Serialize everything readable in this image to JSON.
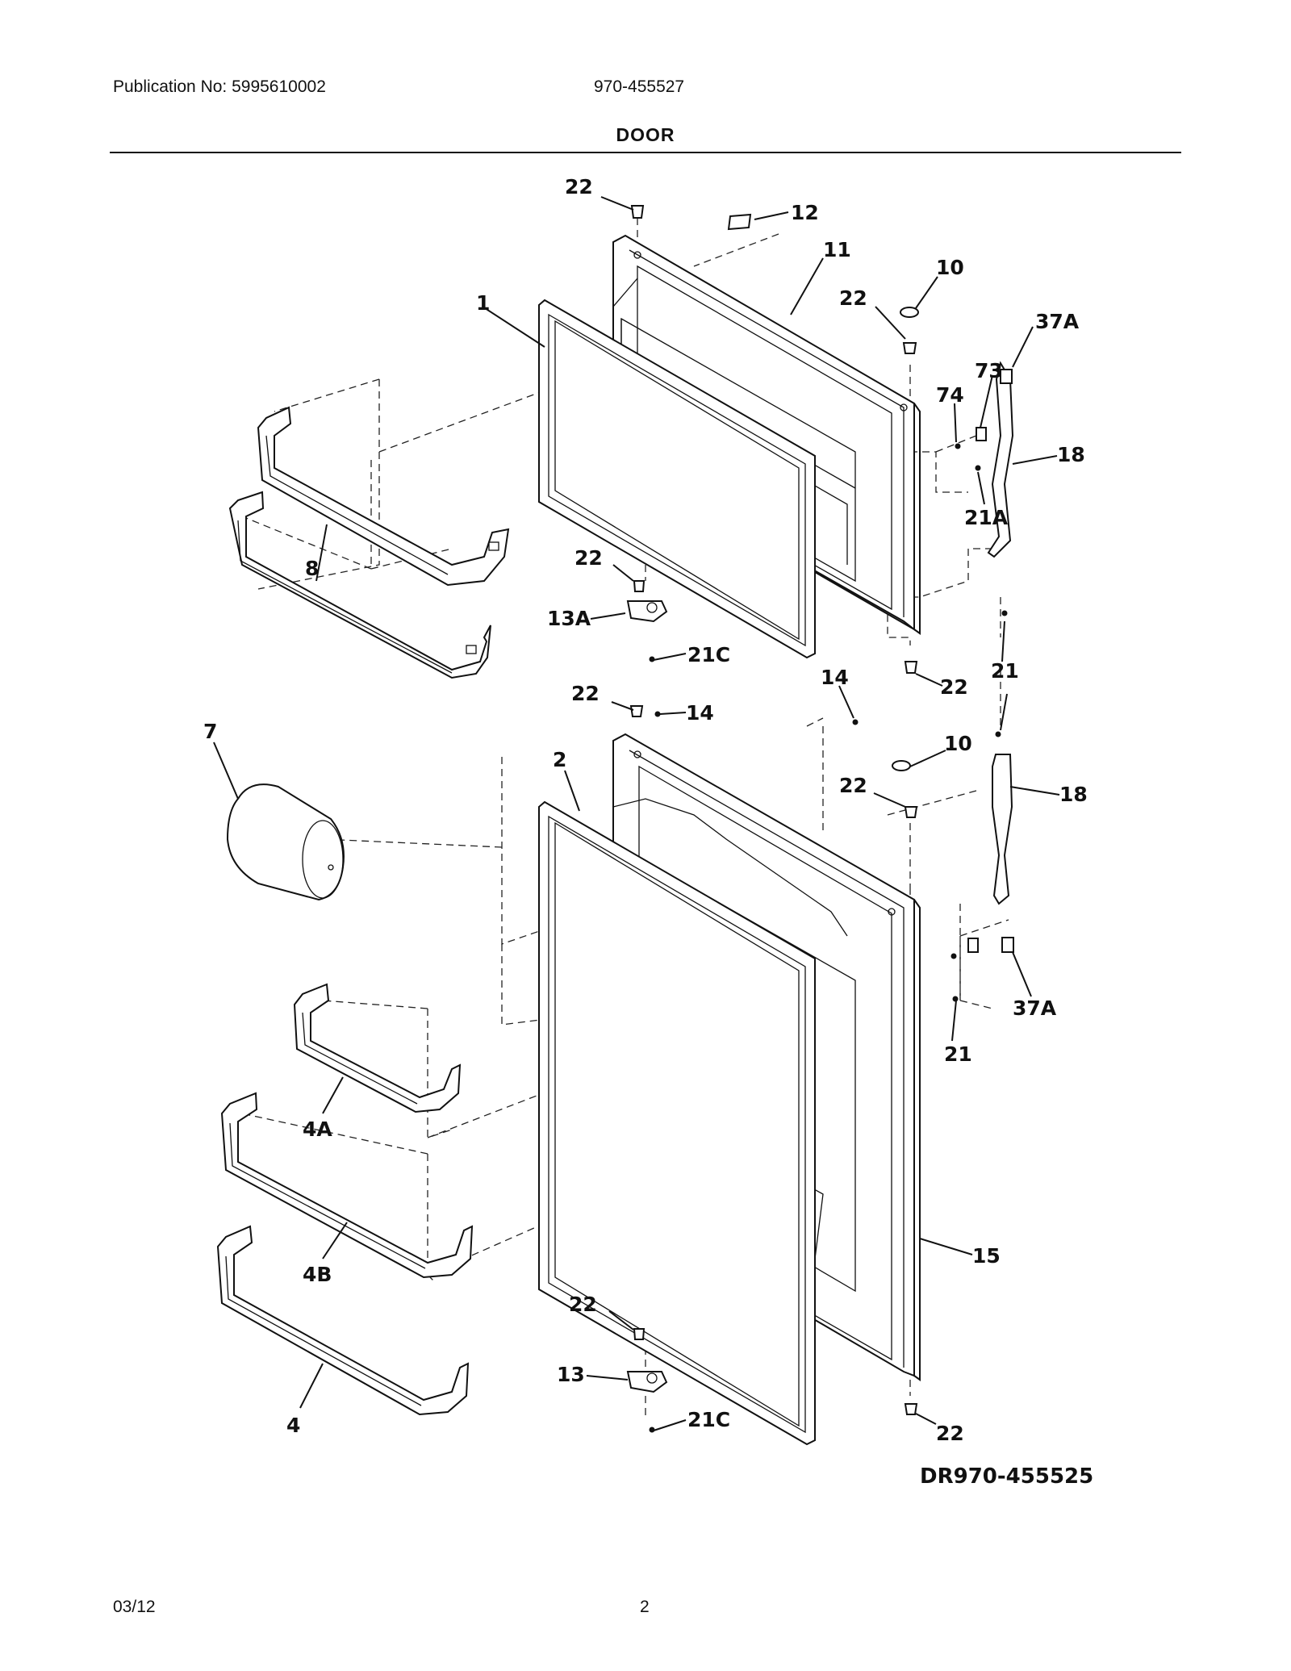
{
  "header": {
    "publication": "Publication No: 5995610002",
    "model": "970-455527",
    "section_title": "DOOR"
  },
  "footer": {
    "date": "03/12",
    "page_number": "2"
  },
  "diagram": {
    "drawing_code": "DR970-455525",
    "callouts": [
      "22",
      "12",
      "11",
      "10",
      "1",
      "22",
      "37A",
      "73",
      "74",
      "18",
      "21A",
      "8",
      "22",
      "13A",
      "21C",
      "22",
      "21",
      "14",
      "22",
      "14",
      "7",
      "2",
      "10",
      "22",
      "18",
      "37A",
      "21",
      "4A",
      "4B",
      "15",
      "22",
      "13",
      "21C",
      "4",
      "22"
    ]
  }
}
